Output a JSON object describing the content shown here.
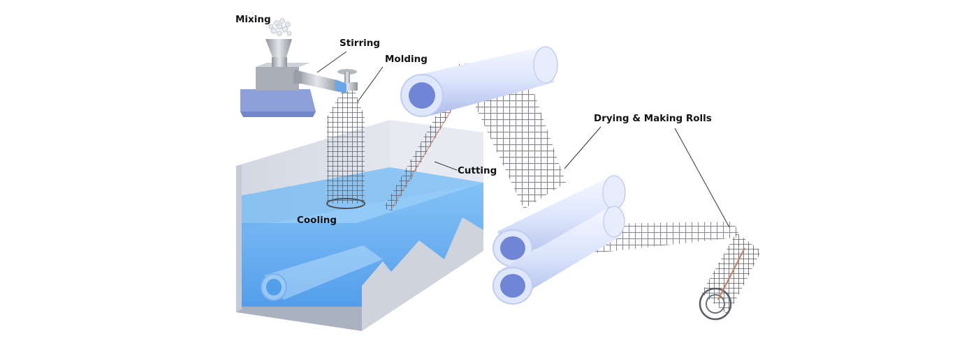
{
  "labels": {
    "mixing": "Mixing",
    "stirring": "Stirring",
    "molding": "Molding",
    "cutting": "Cutting",
    "cooling": "Cooling",
    "drying_rolls": "Drying & Making Rolls"
  },
  "colors": {
    "water": "#5aaeef",
    "water_deep": "#3d8fe0",
    "tank_wall": "#e3e6ee",
    "tank_wall_dark": "#b9bfcb",
    "roller": "#dde6fb",
    "roller_inner": "#6f86d6",
    "mesh": "#7e838c",
    "steel": "#b8bcc4",
    "base": "#8a9ed8",
    "leader_line": "#333333",
    "label_text": "#111111"
  }
}
